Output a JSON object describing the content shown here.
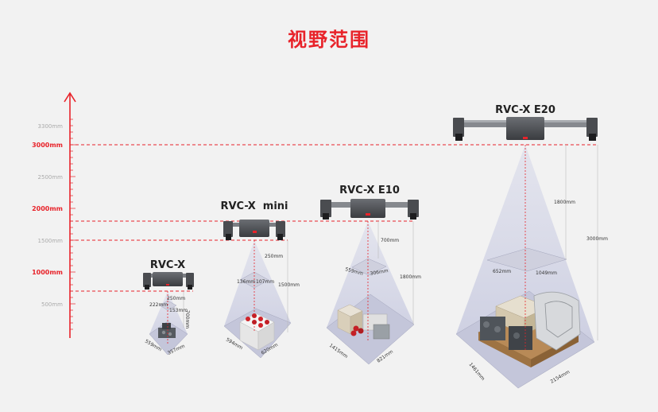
{
  "title": "视野范围",
  "accent_color": "#e8232a",
  "axis": {
    "ticks": [
      {
        "label": "3300mm",
        "value": 3300,
        "major": false
      },
      {
        "label": "3000mm",
        "value": 3000,
        "major": true
      },
      {
        "label": "2500mm",
        "value": 2500,
        "major": false
      },
      {
        "label": "2000mm",
        "value": 2000,
        "major": true
      },
      {
        "label": "1500mm",
        "value": 1500,
        "major": false
      },
      {
        "label": "1000mm",
        "value": 1000,
        "major": true
      },
      {
        "label": "500mm",
        "value": 500,
        "major": false
      }
    ]
  },
  "products": [
    {
      "name": "RVC-X",
      "height_mm": 700,
      "dims": {
        "top_offset": "250mm",
        "near_w": "222mm",
        "near_d": "153mm",
        "range": "700mm",
        "far_w": "559mm",
        "far_d": "357mm"
      }
    },
    {
      "name": "RVC-X  mini",
      "height_mm": 1500,
      "dims": {
        "top_offset": "250mm",
        "near_w": "136mm",
        "near_d": "107mm",
        "range": "1500mm",
        "far_w": "594mm",
        "far_d": "620mm"
      }
    },
    {
      "name": "RVC-X E10",
      "height_mm": 1800,
      "dims": {
        "top_offset": "700mm",
        "near_w": "559mm",
        "near_d": "306mm",
        "range": "1800mm",
        "far_w": "1415mm",
        "far_d": "821mm"
      }
    },
    {
      "name": "RVC-X E20",
      "height_mm": 3000,
      "dims": {
        "top_offset": "1800mm",
        "near_w": "652mm",
        "near_d": "1049mm",
        "range": "3000mm",
        "far_w": "1461mm",
        "far_d": "2154mm"
      }
    }
  ]
}
